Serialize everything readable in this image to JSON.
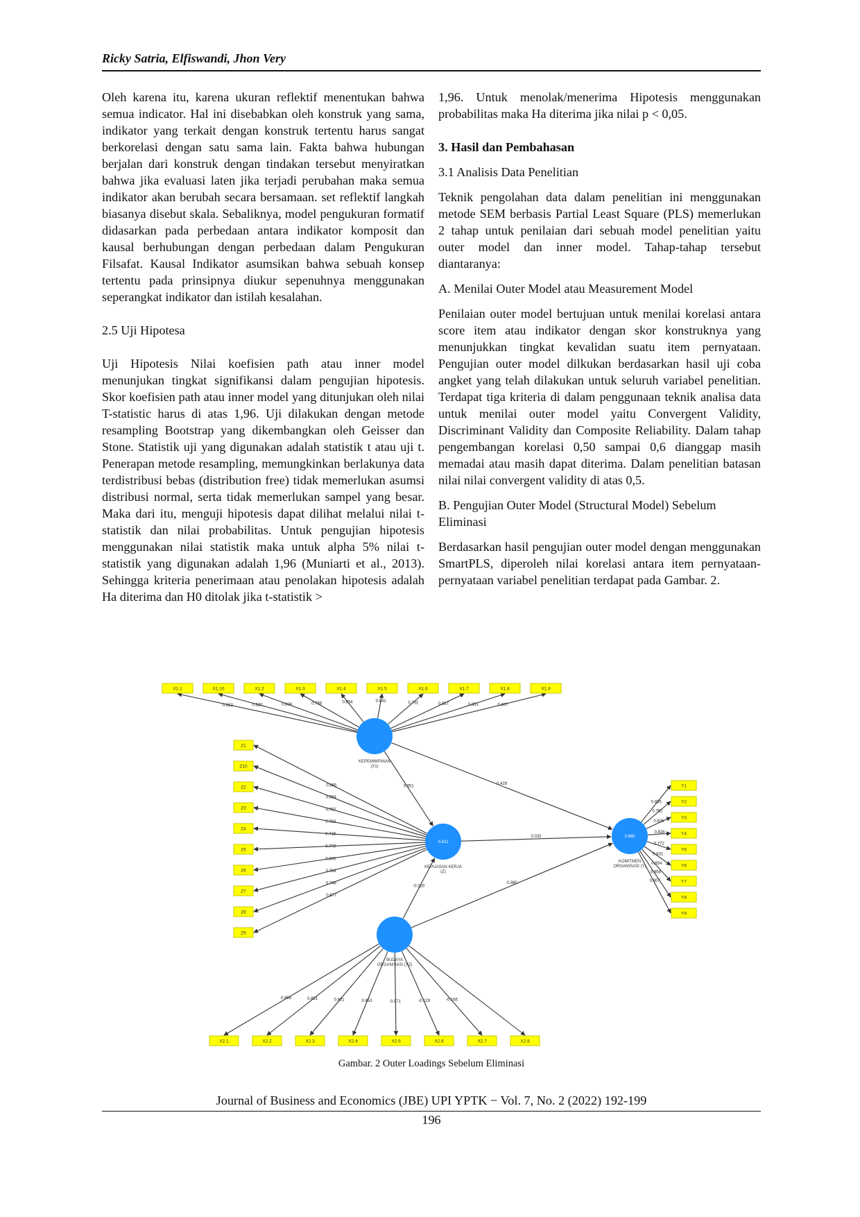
{
  "header": {
    "authors": "Ricky Satria, Elfiswandi, Jhon Very"
  },
  "left_column": {
    "p1": "Oleh karena itu, karena ukuran reflektif menentukan bahwa semua indicator. Hal ini disebabkan oleh konstruk yang sama, indikator yang terkait dengan konstruk tertentu harus sangat berkorelasi dengan satu sama lain. Fakta bahwa hubungan berjalan dari konstruk dengan tindakan tersebut menyiratkan bahwa jika evaluasi laten jika terjadi perubahan maka semua indikator akan berubah secara bersamaan. set reflektif langkah biasanya disebut skala. Sebaliknya, model pengukuran formatif didasarkan pada perbedaan antara indikator komposit dan kausal berhubungan dengan perbedaan dalam Pengukuran Filsafat. Kausal Indikator asumsikan bahwa sebuah konsep tertentu pada prinsipnya diukur sepenuhnya menggunakan seperangkat indikator dan istilah kesalahan.",
    "section_title": "2.5 Uji Hipotesa",
    "p2": "Uji Hipotesis Nilai koefisien path atau inner model menunjukan tingkat signifikansi dalam pengujian hipotesis. Skor koefisien path atau inner model yang ditunjukan oleh nilai T-statistic harus di atas 1,96. Uji dilakukan dengan metode resampling Bootstrap yang dikembangkan oleh Geisser dan Stone. Statistik uji yang digunakan adalah statistik t atau uji t. Penerapan metode resampling, memungkinkan berlakunya data terdistribusi bebas (distribution free) tidak memerlukan asumsi distribusi normal, serta tidak memerlukan sampel yang besar. Maka dari itu, menguji hipotesis dapat dilihat melalui nilai t-statistik dan nilai probabilitas. Untuk pengujian hipotesis menggunakan nilai statistik maka untuk alpha 5% nilai t-statistik yang digunakan adalah 1,96 (Muniarti et al., 2013). Sehingga kriteria penerimaan atau penolakan hipotesis adalah Ha diterima dan H0 ditolak jika t-statistik >"
  },
  "right_column": {
    "p1": "1,96. Untuk menolak/menerima Hipotesis menggunakan probabilitas maka Ha diterima jika nilai p < 0,05.",
    "section_title": "3. Hasil dan Pembahasan",
    "subsection_title": "3.1 Analisis Data Penelitian",
    "p2": "Teknik pengolahan data dalam penelitian ini menggunakan metode SEM berbasis Partial Least Square (PLS) memerlukan 2 tahap untuk penilaian dari sebuah model penelitian yaitu outer model dan inner model. Tahap-tahap tersebut diantaranya:",
    "heading_a": "A. Menilai Outer Model atau Measurement Model",
    "p3": "Penilaian outer model bertujuan untuk menilai korelasi antara score item atau indikator dengan skor konstruknya yang menunjukkan tingkat kevalidan suatu item pernyataan. Pengujian outer model dilkukan berdasarkan hasil uji coba angket yang telah dilakukan untuk seluruh variabel penelitian. Terdapat tiga kriteria di dalam penggunaan teknik analisa data untuk menilai outer model yaitu Convergent Validity, Discriminant Validity dan Composite Reliability. Dalam tahap pengembangan korelasi 0,50 sampai 0,6 dianggap masih memadai atau masih dapat diterima. Dalam penelitian batasan nilai nilai convergent validity di atas 0,5.",
    "heading_b": "B. Pengujian Outer Model (Structural Model) Sebelum Eliminasi",
    "p4": "Berdasarkan hasil pengujian outer model dengan menggunakan SmartPLS, diperoleh nilai korelasi antara item pernyataan-pernyataan variabel penelitian terdapat pada Gambar. 2."
  },
  "figure": {
    "caption": "Gambar. 2 Outer Loadings Sebelum Eliminasi",
    "nodes": {
      "x1": {
        "label_line1": "KEPEMIMPINAN",
        "label_line2": "(X1)"
      },
      "z": {
        "label_line1": "KEPUASAN KERJA",
        "label_line2": "(Z)",
        "r2": "0.421"
      },
      "y": {
        "label_line1": "KOMITMEN",
        "label_line2": "ORGANISASI (Y)",
        "r2": "0.660"
      },
      "x2": {
        "label_line1": "BUDAYA",
        "label_line2": "ORGANISASI (X2)"
      }
    },
    "top_indicators": [
      "X1.1",
      "X1.10",
      "X1.2",
      "X1.3",
      "X1.4",
      "X1.5",
      "X1.6",
      "X1.7",
      "X1.8",
      "X1.9"
    ],
    "top_loadings": [
      "0.822",
      "0.820",
      "0.806",
      "0.756",
      "0.854",
      "0.842",
      "0.792",
      "0.837",
      "0.831",
      "0.807"
    ],
    "left_indicators": [
      "Z1",
      "Z10",
      "Z2",
      "Z3",
      "Z4",
      "Z5",
      "Z6",
      "Z7",
      "Z8",
      "Z9"
    ],
    "left_loadings": [
      "0.865",
      "0.854",
      "0.787",
      "0.783",
      "0.718",
      "0.778",
      "0.860",
      "0.784",
      "0.748",
      "0.677"
    ],
    "right_indicators": [
      "Y1",
      "Y2",
      "Y3",
      "Y4",
      "Y5",
      "Y6",
      "Y7",
      "Y8",
      "Y9"
    ],
    "right_loadings": [
      "0.865",
      "0.762",
      "0.826",
      "0.828",
      "0.772",
      "0.831",
      "0.854",
      "0.856",
      "0.807"
    ],
    "bottom_indicators": [
      "X2.1",
      "X2.2",
      "X2.3",
      "X2.4",
      "X2.5",
      "X2.6",
      "X2.7",
      "X2.8"
    ],
    "bottom_loadings": [
      "0.868",
      "0.851",
      "0.821",
      "0.853",
      "0.071",
      "-0.129",
      "-0.165"
    ],
    "paths": {
      "x1_z": "0.851",
      "x1_y": "0.428",
      "z_y": "0.032",
      "x2_z": "-0.220",
      "x2_y": "0.360"
    }
  },
  "footer": {
    "journal": "Journal of Business and Economics (JBE) UPI YPTK − Vol. 7, No. 2 (2022) 192-199",
    "page": "196"
  }
}
